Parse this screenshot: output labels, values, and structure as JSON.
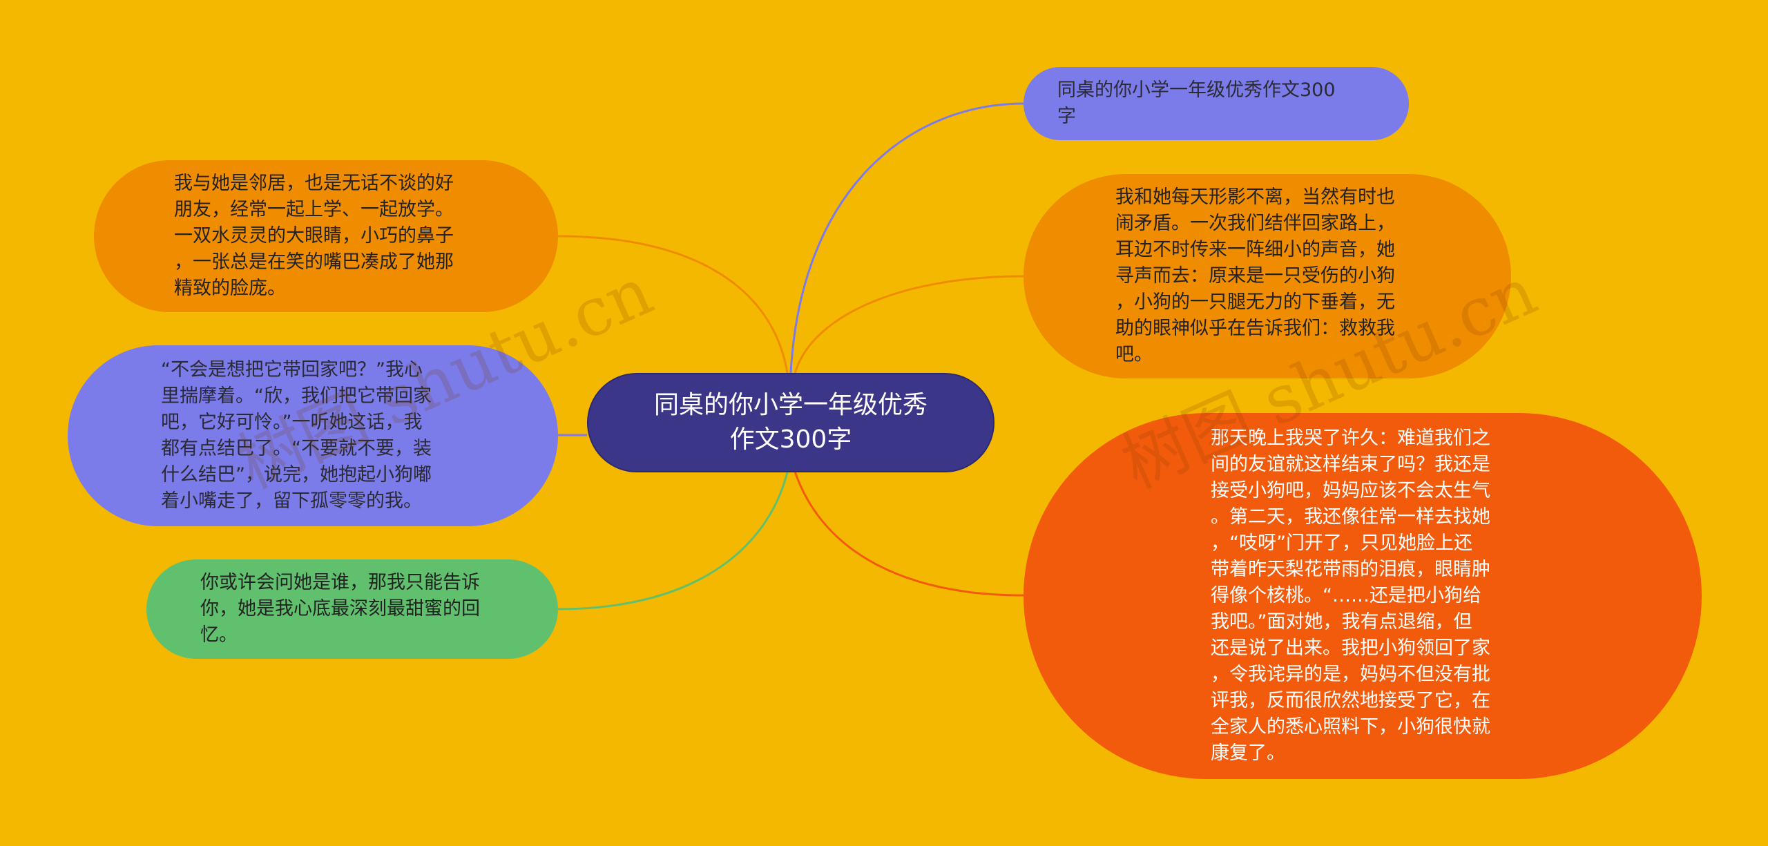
{
  "center": {
    "label": "同桌的你小学一年级优秀\n作文300字"
  },
  "right": {
    "title_node": "同桌的你小学一年级优秀作文300\n字",
    "daily_node": "我和她每天形影不离，当然有时也\n闹矛盾。一次我们结伴回家路上，\n耳边不时传来一阵细小的声音，她\n寻声而去：原来是一只受伤的小狗\n，小狗的一只腿无力的下垂着，无\n助的眼神似乎在告诉我们：救救我\n吧。",
    "night_node": "那天晚上我哭了许久：难道我们之\n间的友谊就这样结束了吗？我还是\n接受小狗吧，妈妈应该不会太生气\n。第二天，我还像往常一样去找她\n，“吱呀”门开了，只见她脸上还\n带着昨天梨花带雨的泪痕，眼睛肿\n得像个核桃。“……还是把小狗给\n我吧。”面对她，我有点退缩，但\n还是说了出来。我把小狗领回了家\n，令我诧异的是，妈妈不但没有批\n评我，反而很欣然地接受了它，在\n全家人的悉心照料下，小狗很快就\n康复了。"
  },
  "left": {
    "neighbor_node": "我与她是邻居，也是无话不谈的好\n朋友，经常一起上学、一起放学。\n一双水灵灵的大眼睛，小巧的鼻子\n，一张总是在笑的嘴巴凑成了她那\n精致的脸庞。",
    "dog_node": "“不会是想把它带回家吧？”我心\n里揣摩着。“欣，我们把它带回家\n吧，它好可怜。”一听她这话，我\n都有点结巴了。“不要就不要，装\n什么结巴”，说完，她抱起小狗嘟\n着小嘴走了，留下孤零零的我。",
    "memory_node": "你或许会问她是谁，那我只能告诉\n你，她是我心底最深刻最甜蜜的回\n忆。"
  },
  "watermarks": [
    "树图 shutu.cn",
    "树图 shutu.cn"
  ],
  "colors": {
    "background": "#f5b800",
    "center": "#3c3689",
    "purple": "#7b7bea",
    "orange": "#f08c00",
    "red_orange": "#f25b0c",
    "green": "#60c06e"
  }
}
